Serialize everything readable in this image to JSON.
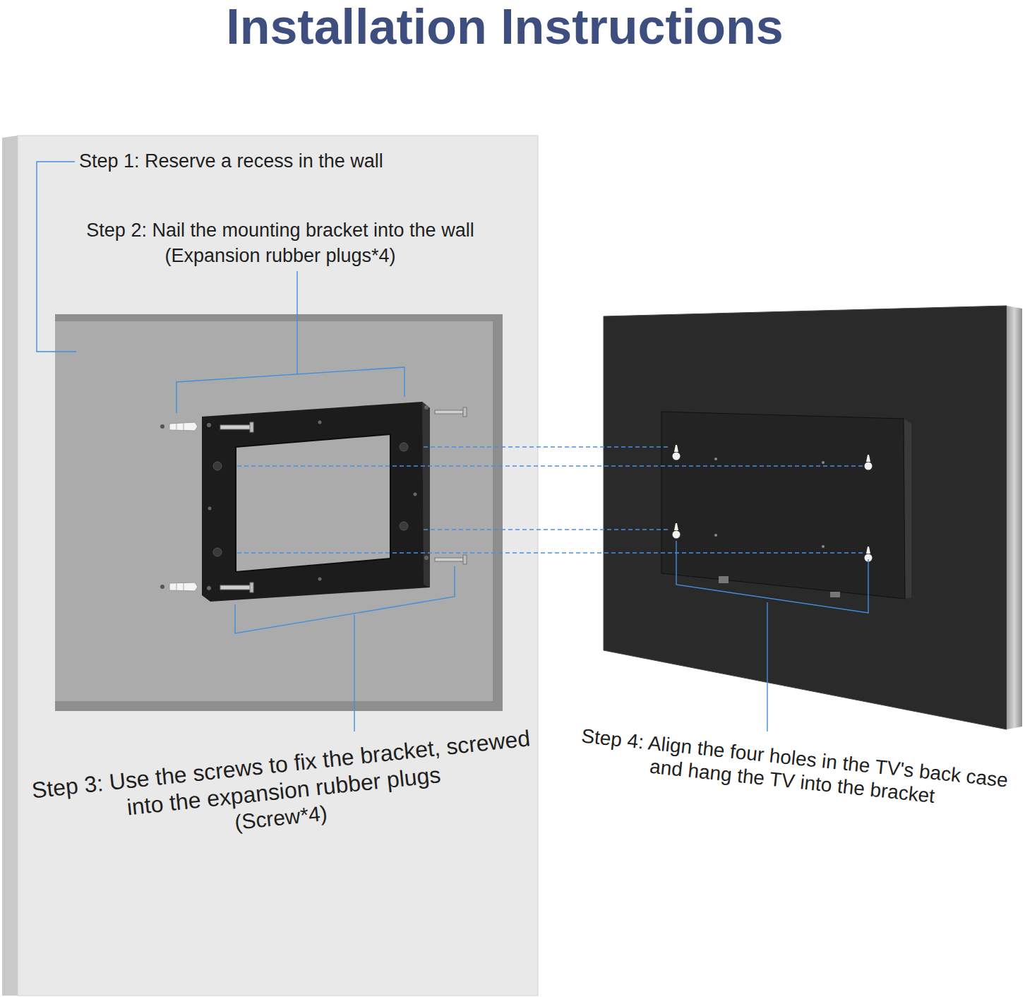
{
  "diagram": {
    "title": "Installation Instructions",
    "labels": [
      "Step 1: Reserve a recess in the wall",
      "Step 2: Nail the mounting bracket into the wall",
      "(Expansion rubber plugs*4)",
      "Step 3: Use the screws to fix the bracket, screwed into the expansion rubber plugs",
      "(Screw*4)",
      "Step 4: Align the four holes in the TV's back case and hang the TV into the bracket"
    ]
  }
}
